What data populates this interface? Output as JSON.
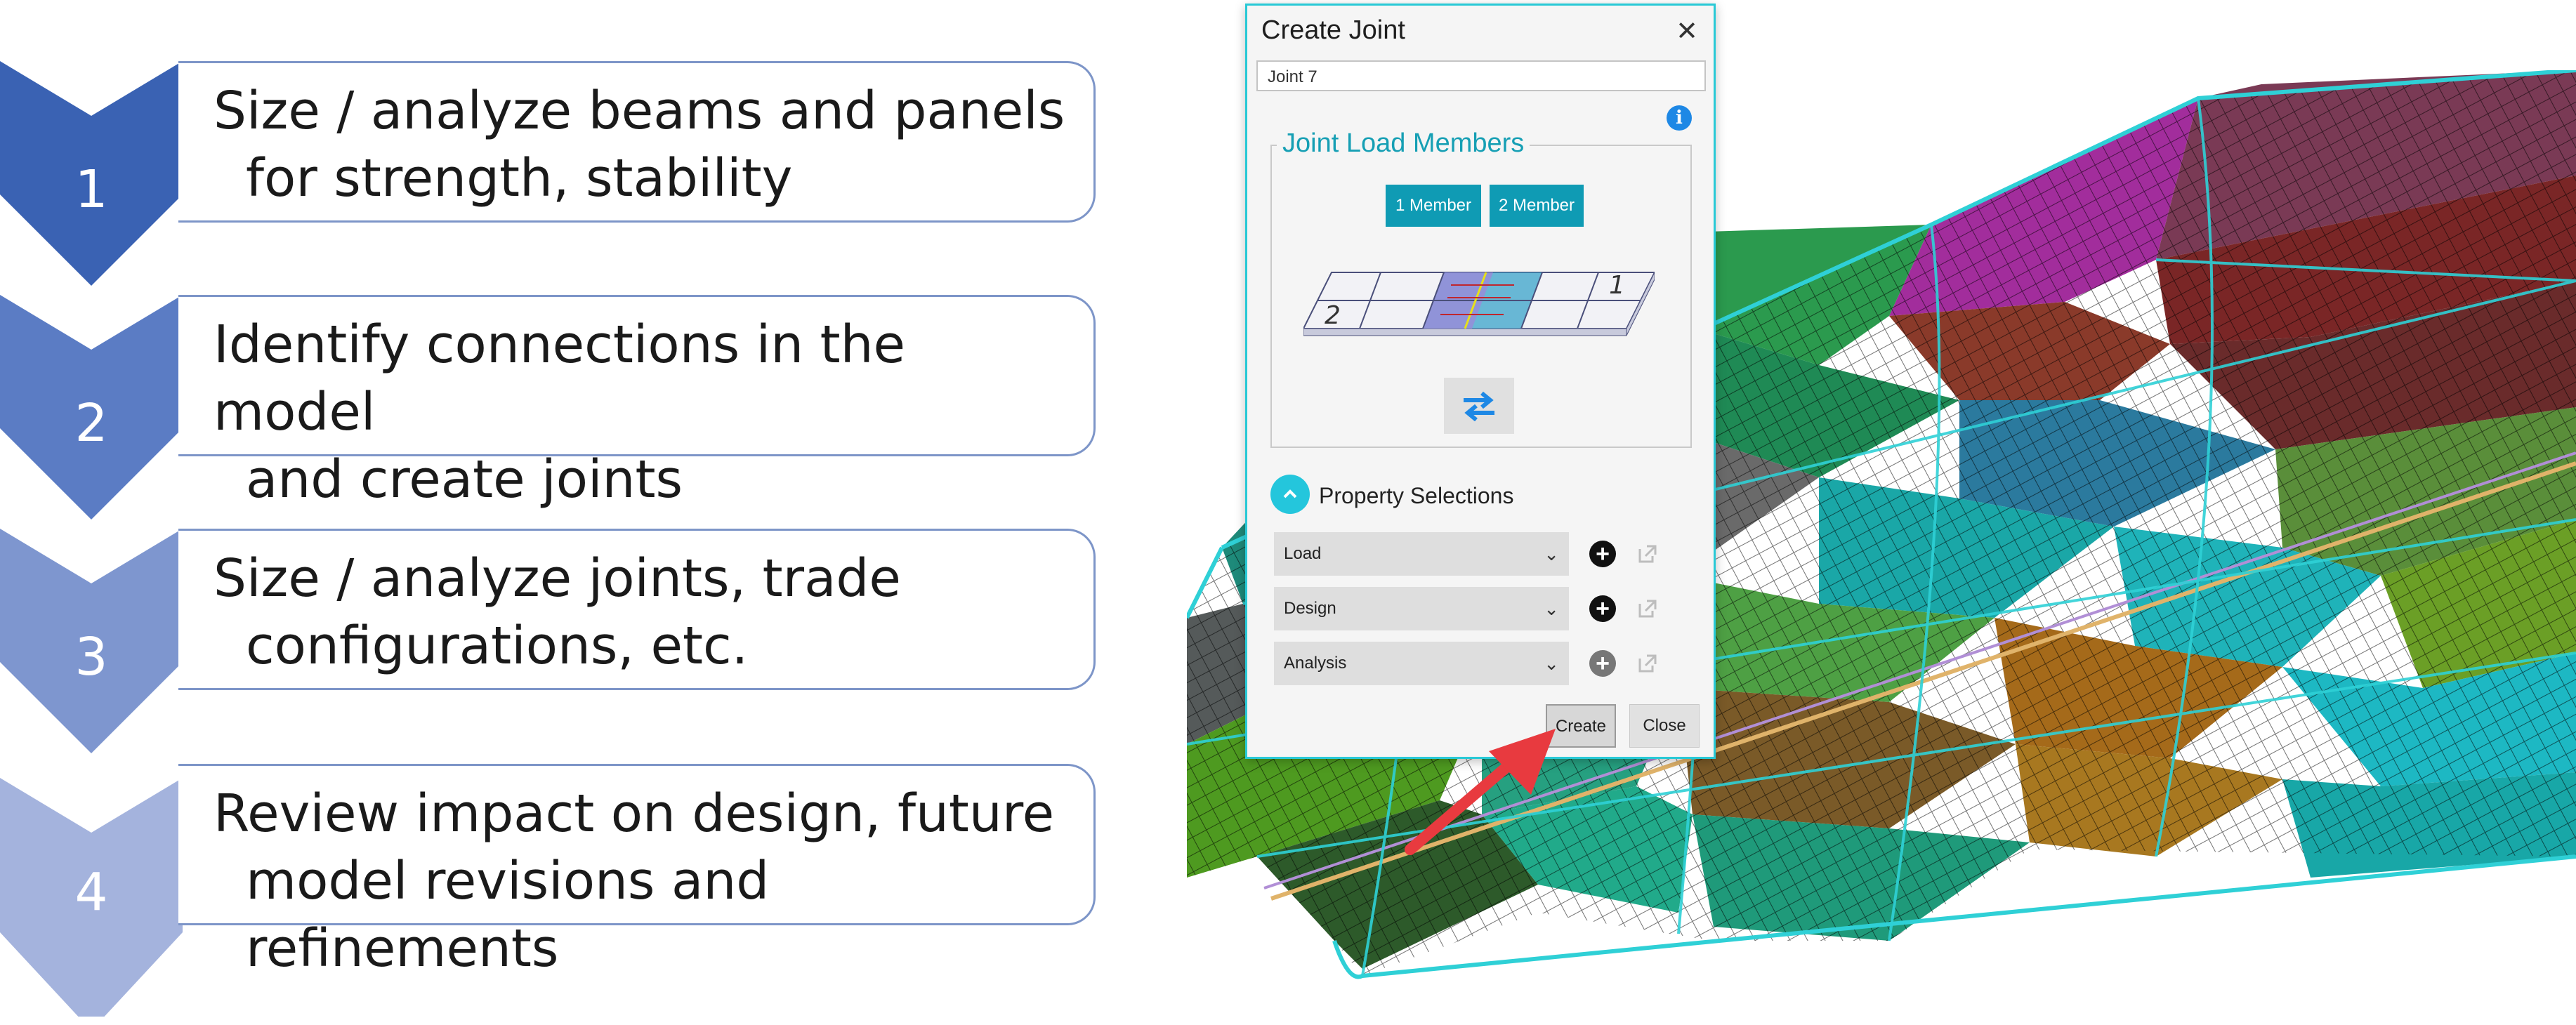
{
  "steps": [
    {
      "number": "1",
      "line1": "Size / analyze beams and panels",
      "line2": "for strength, stability",
      "color": "#3a62b3"
    },
    {
      "number": "2",
      "line1": "Identify connections in the model",
      "line2": "and create joints",
      "color": "#5b7cc4"
    },
    {
      "number": "3",
      "line1": "Size / analyze joints, trade",
      "line2": "configurations, etc.",
      "color": "#7e96cf"
    },
    {
      "number": "4",
      "line1": "Review impact on design, future",
      "line2": "model revisions and refinements",
      "color": "#a4b3dd"
    }
  ],
  "dialog": {
    "title": "Create Joint",
    "close_icon": "close-icon",
    "name_value": "Joint 7",
    "info_icon": "info-icon",
    "members_legend": "Joint Load Members",
    "member1_label": "1 Member",
    "member2_label": "2 Member",
    "diagram_labels": [
      "2",
      "1"
    ],
    "swap_icon": "swap-arrows-icon",
    "property_section_title": "Property Selections",
    "selects": [
      {
        "value": "Load",
        "add_enabled": true
      },
      {
        "value": "Design",
        "add_enabled": true
      },
      {
        "value": "Analysis",
        "add_enabled": false
      }
    ],
    "create_label": "Create",
    "close_label": "Close"
  },
  "colors": {
    "accent": "#0f9bb4",
    "dialog_border": "#28c9d6",
    "arrow": "#e83a3f",
    "mesh_outline": "#2fd0d6"
  }
}
